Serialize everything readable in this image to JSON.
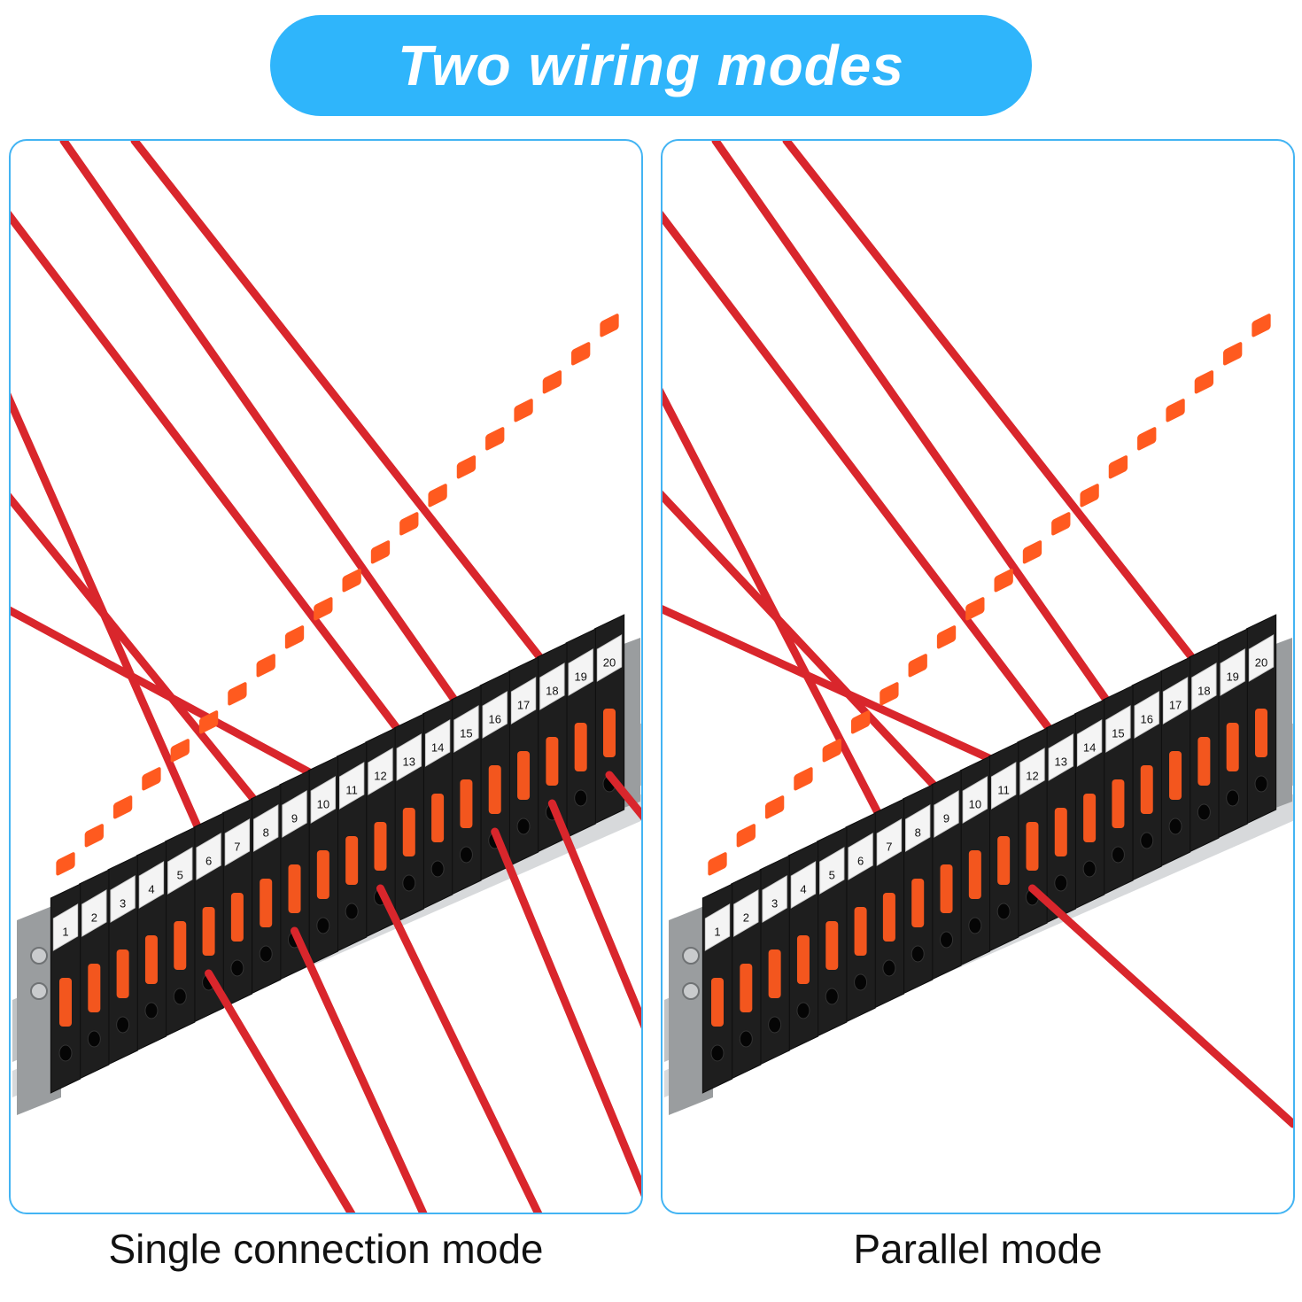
{
  "title": "Two wiring modes",
  "panels": [
    {
      "id": "single",
      "caption": "Single connection mode",
      "mode": "single",
      "terminal_labels": [
        "1",
        "2",
        "3",
        "4",
        "5",
        "6",
        "7",
        "8",
        "9",
        "10",
        "11",
        "12",
        "13",
        "14",
        "15",
        "16",
        "17",
        "18",
        "19",
        "20"
      ]
    },
    {
      "id": "parallel",
      "caption": "Parallel mode",
      "mode": "parallel",
      "terminal_labels": [
        "1",
        "2",
        "3",
        "4",
        "5",
        "6",
        "7",
        "8",
        "9",
        "10",
        "11",
        "12",
        "13",
        "14",
        "15",
        "16",
        "17",
        "18",
        "19",
        "20"
      ]
    }
  ],
  "colors": {
    "title_bg": "#2fb5fb",
    "panel_border": "#43b4f3",
    "wire": "#d9262c",
    "terminal_body": "#1e1e1e",
    "lever": "#ff5a1f",
    "label_bg": "#f4f4f4",
    "rail": "#b9bcbf"
  }
}
